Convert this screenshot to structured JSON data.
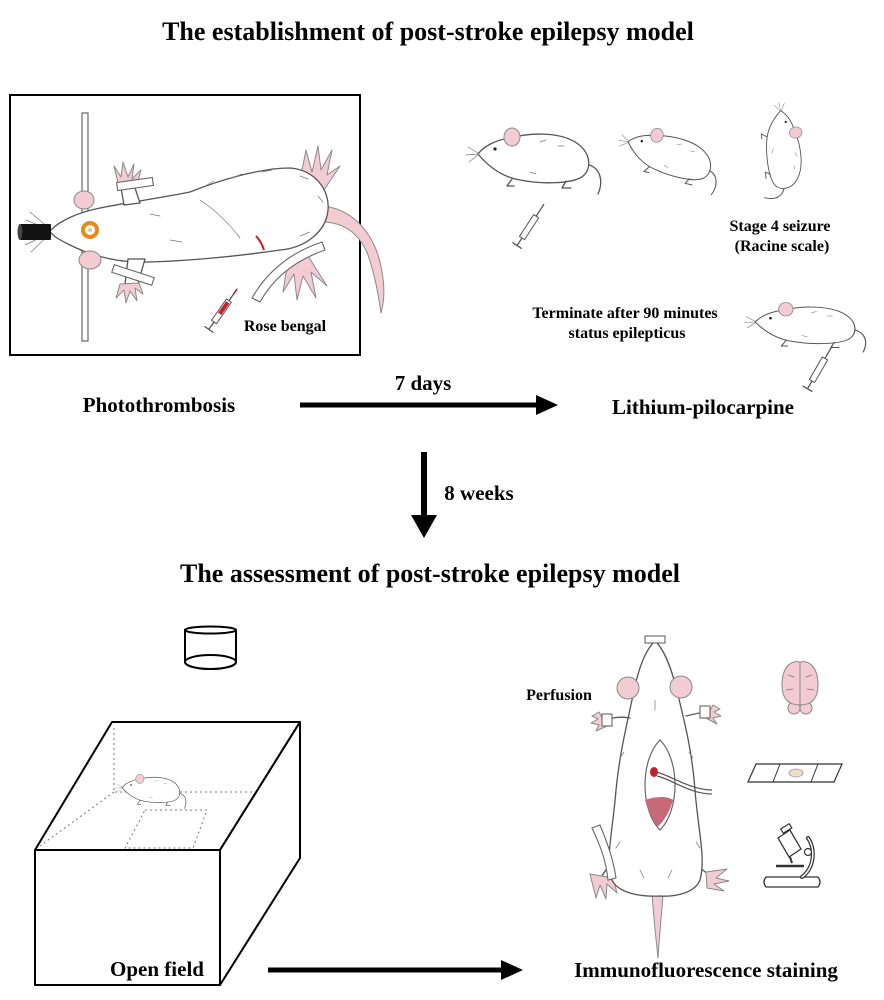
{
  "titles": {
    "establishment": "The establishment of post-stroke epilepsy model",
    "assessment": "The assessment of post-stroke epilepsy model"
  },
  "photothrombosis": {
    "label": "Photothrombosis",
    "injection_label": "Rose bengal"
  },
  "lithium_pilocarpine": {
    "label": "Lithium-pilocarpine",
    "seizure_stage_line1": "Stage 4 seizure",
    "seizure_stage_line2": "(Racine scale)",
    "termination_line1": "Terminate after 90 minutes",
    "termination_line2": "status epilepticus"
  },
  "intervals": {
    "first": "7 days",
    "second": "8 weeks"
  },
  "assessment": {
    "perfusion_label": "Perfusion",
    "open_field_label": "Open field",
    "staining_label": "Immunofluorescence staining"
  },
  "colors": {
    "ink": "#000000",
    "skin_pink": "#f2cbd3",
    "light_ring": "#e8891a",
    "blood_red": "#c8202a",
    "tissue_pink": "#c66a7a"
  }
}
